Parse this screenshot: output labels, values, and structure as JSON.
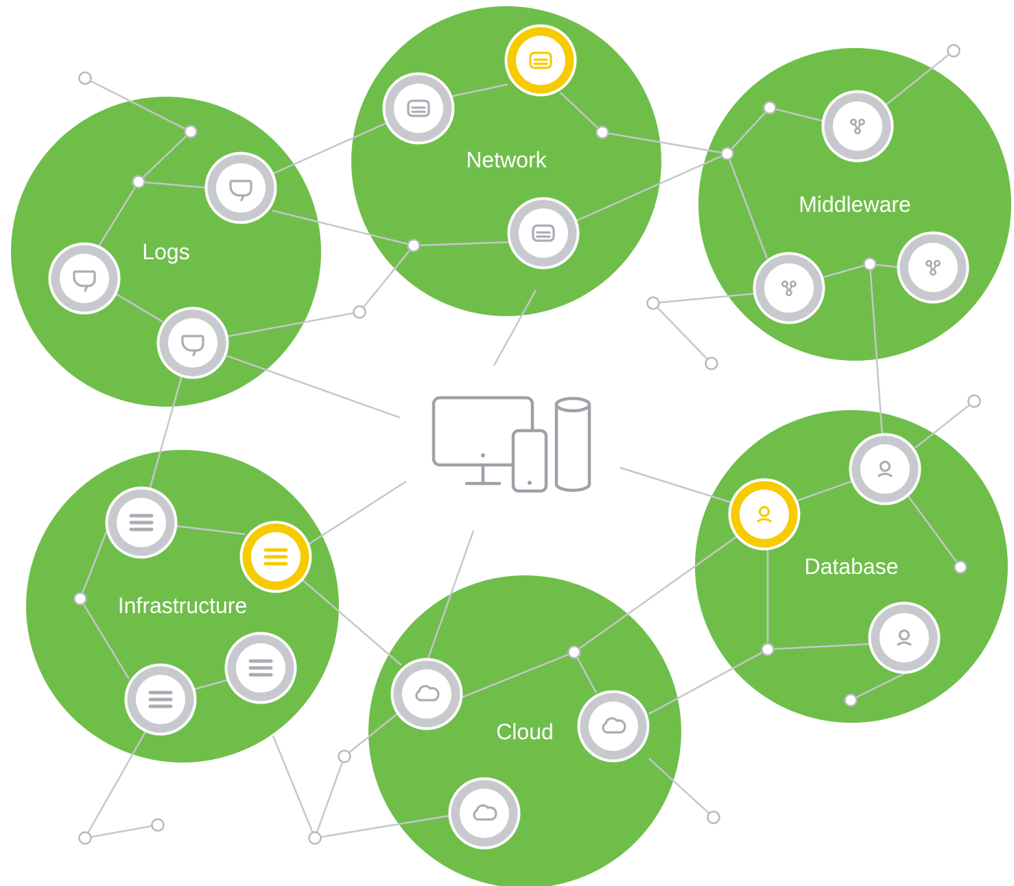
{
  "clusters": [
    {
      "id": "logs",
      "label": "Logs",
      "icon": "chat-bubble-icon"
    },
    {
      "id": "network",
      "label": "Network",
      "icon": "card-icon"
    },
    {
      "id": "middleware",
      "label": "Middleware",
      "icon": "nodes-icon"
    },
    {
      "id": "infrastructure",
      "label": "Infrastructure",
      "icon": "server-stack-icon"
    },
    {
      "id": "cloud",
      "label": "Cloud",
      "icon": "cloud-icon"
    },
    {
      "id": "database",
      "label": "Database",
      "icon": "user-icon"
    }
  ],
  "center": {
    "icon": "devices-icon"
  },
  "colors": {
    "cluster_fill": "#6fbe4a",
    "node_ring": "#c7c9ce",
    "node_highlight": "#f6cb00",
    "link": "#c4c7cc",
    "device": "#9da1a8",
    "label": "#ffffff"
  }
}
